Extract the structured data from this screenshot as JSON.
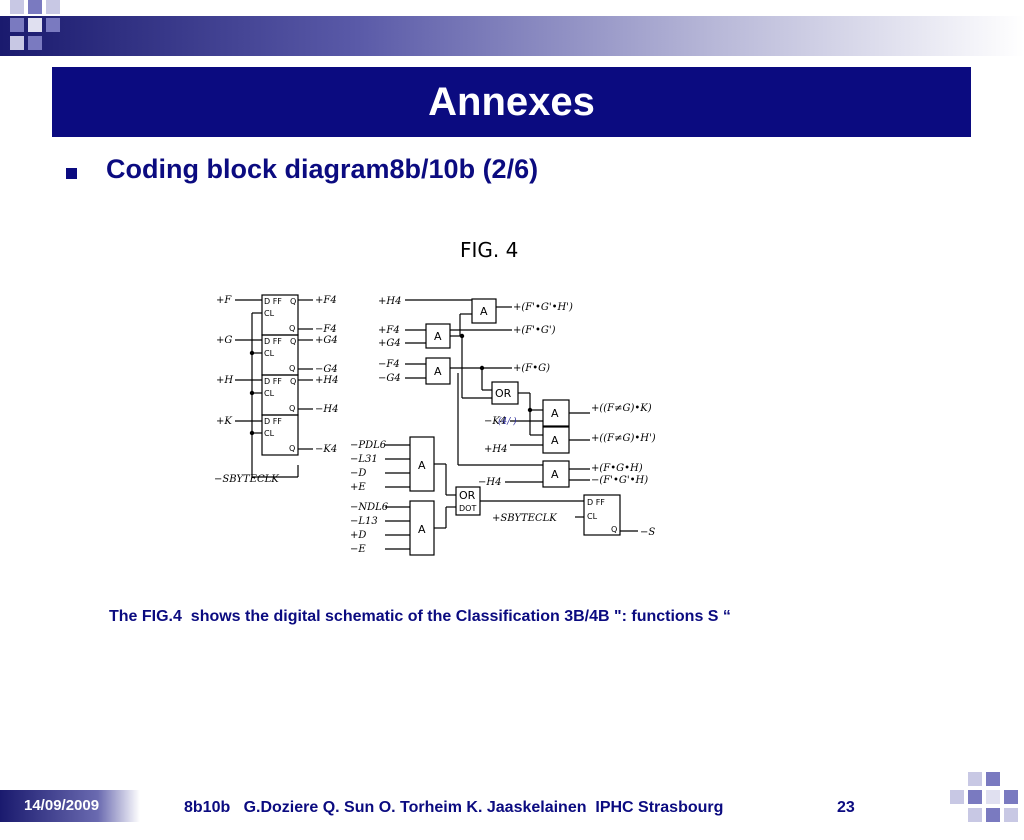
{
  "slide": {
    "title": "Annexes",
    "heading": "Coding block diagram8b/10b (2/6)",
    "caption": "The FIG.4  shows the digital schematic of the Classification 3B/4B \": functions S “"
  },
  "figure": {
    "label": "FIG. 4",
    "ff_col": {
      "inputs": [
        "+F",
        "+G",
        "+H",
        "+K"
      ],
      "outputs": [
        "+F4",
        "−F4",
        "+G4",
        "−G4",
        "+H4",
        "−H4",
        "−K4"
      ],
      "ff_label": "D FF",
      "clk_label": "CL",
      "q_label": "Q",
      "d_label": "D",
      "clock": "−SBYTECLK"
    },
    "gate_inputs": [
      "+H4",
      "+F4",
      "+G4",
      "−F4",
      "−G4",
      "−K4",
      "+H4",
      "−H4"
    ],
    "lower_inputs": [
      "−PDL6",
      "−L31",
      "−D",
      "+E",
      "−NDL6",
      "−L13",
      "+D",
      "−E"
    ],
    "gate_labels": {
      "and": "A",
      "or": "OR",
      "or_dot": "OR",
      "dot": "DOT"
    },
    "outputs": [
      "+(F'•G'•H')",
      "+(F'•G')",
      "+(F•G)",
      "+((F≠G)•K)",
      "+((F≠G)•H')",
      "+(F•G•H)",
      "−(F'•G'•H)"
    ],
    "final": {
      "clock": "+SBYTECLK",
      "output": "−S",
      "ff_label": "D FF",
      "clk_label": "CL",
      "q_label": "Q"
    },
    "annotation": "(4/ )"
  },
  "footer": {
    "date": "14/09/2009",
    "text": "8b10b   G.Doziere Q. Sun O. Torheim K. Jaaskelainen  IPHC Strasbourg",
    "page": "23"
  },
  "colors": {
    "navy": "#0b0b80",
    "accent": "#7a7ac0",
    "light": "#c8c8e4"
  }
}
